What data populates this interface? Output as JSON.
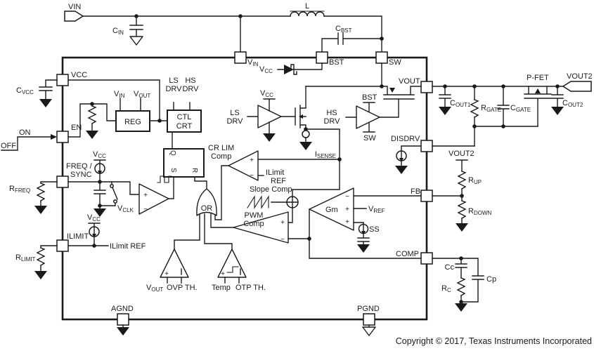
{
  "colors": {
    "ink": "#1a1a1a",
    "bg": "#ffffff"
  },
  "copyright": "Copyright © 2017, Texas Instruments Incorporated",
  "sym": {
    "plus": "+",
    "minus": "−"
  },
  "connectors": {
    "vin": "VIN",
    "vout2": "VOUT2"
  },
  "top": {
    "l": "L",
    "cin_m": "C",
    "cin_s": "IN",
    "cbst_m": "C",
    "cbst_s": "BST",
    "diode_vcc_m": "V",
    "diode_vcc_s": "CC"
  },
  "pins": {
    "vin_m": "V",
    "vin_s": "IN",
    "bst": "BST",
    "sw": "SW",
    "vcc": "VCC",
    "en": "EN",
    "freq1": "FREQ /",
    "freq2": "SYNC",
    "ilimit": "ILIMIT",
    "vout": "VOUT",
    "disdrv": "DISDRV",
    "fb": "FB",
    "comp": "COMP",
    "agnd": "AGND",
    "pgnd": "PGND"
  },
  "left": {
    "cvcc_m": "C",
    "cvcc_s": "VCC",
    "on": "ON",
    "off": "OFF",
    "rfreq_m": "R",
    "rfreq_s": "FREQ",
    "rlimit_m": "R",
    "rlimit_s": "LIMIT"
  },
  "core": {
    "reg": "REG",
    "reg_vin_m": "V",
    "reg_vin_s": "IN",
    "reg_vout_m": "V",
    "reg_vout_s": "OUT",
    "ctl1": "CTL",
    "ctl2": "CRT",
    "ls1": "LS",
    "ls2": "DRV",
    "hs1": "HS",
    "hs2": "DRV",
    "ff_q": "Q",
    "ff_s": "S",
    "ff_r": "R",
    "or": "OR",
    "osc_vcc_m": "V",
    "osc_vcc_s": "CC",
    "vclk_m": "V",
    "vclk_s": "CLK",
    "il_vcc_m": "V",
    "il_vcc_s": "CC",
    "ilimit_ref": "ILimit REF",
    "lsbuf1": "LS",
    "lsbuf2": "DRV",
    "lsbuf_vcc_m": "V",
    "lsbuf_vcc_s": "CC",
    "hsbuf1": "HS",
    "hsbuf2": "DRV",
    "hsbuf_bst": "BST",
    "hsbuf_sw": "SW",
    "crlim1": "CR LIM",
    "crlim2": "Comp",
    "isense_m": "I",
    "isense_s": "SENSE",
    "ilref1": "ILimit",
    "ilref2": "REF",
    "slope": "Slope Comp",
    "pwm1": "PWM",
    "pwm2": "Comp",
    "ovp_vout_m": "V",
    "ovp_vout_s": "OUT",
    "ovp_th": "OVP TH.",
    "temp": "Temp",
    "otp_th": "OTP TH.",
    "gm": "Gm",
    "vref_m": "V",
    "vref_s": "REF",
    "ss": "SS"
  },
  "right": {
    "cout1_m": "C",
    "cout1_s": "OUT1",
    "rgate_m": "R",
    "rgate_s": "GATE",
    "cgate_m": "C",
    "cgate_s": "GATE",
    "pfet": "P-FET",
    "cout2_m": "C",
    "cout2_s": "OUT2",
    "vout2_fb": "VOUT2",
    "rup_m": "R",
    "rup_s": "UP",
    "rdown_m": "R",
    "rdown_s": "DOWN",
    "cc": "Cc",
    "rc_m": "R",
    "rc_s": "C",
    "cp": "Cp"
  }
}
